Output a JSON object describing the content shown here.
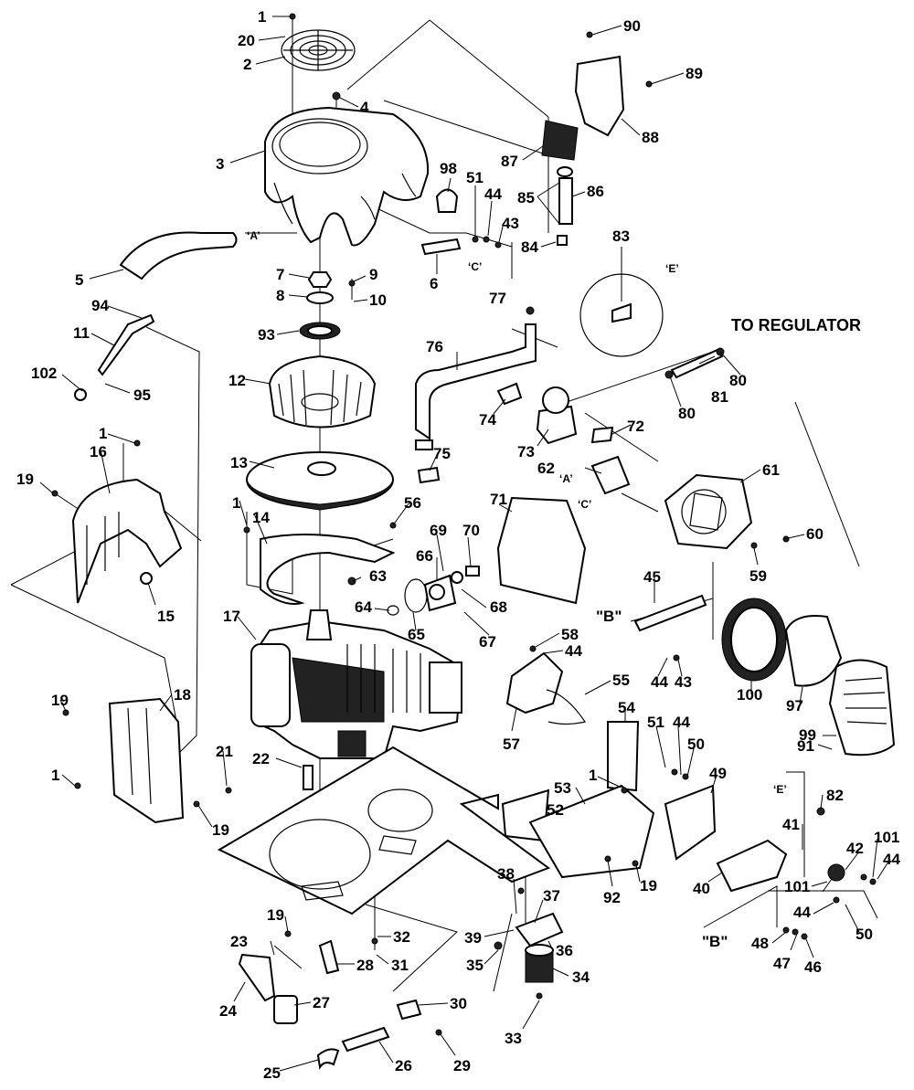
{
  "diagram": {
    "note": "TO REGULATOR",
    "callouts": [
      {
        "id": "c1a",
        "text": "1"
      },
      {
        "id": "c20",
        "text": "20"
      },
      {
        "id": "c2",
        "text": "2"
      },
      {
        "id": "c4",
        "text": "4"
      },
      {
        "id": "c3",
        "text": "3"
      },
      {
        "id": "c90",
        "text": "90"
      },
      {
        "id": "c89",
        "text": "89"
      },
      {
        "id": "c88",
        "text": "88"
      },
      {
        "id": "c87",
        "text": "87"
      },
      {
        "id": "c98",
        "text": "98"
      },
      {
        "id": "c51a",
        "text": "51"
      },
      {
        "id": "c44a",
        "text": "44"
      },
      {
        "id": "c85",
        "text": "85"
      },
      {
        "id": "c86",
        "text": "86"
      },
      {
        "id": "c43a",
        "text": "43"
      },
      {
        "id": "c84",
        "text": "84"
      },
      {
        "id": "c83",
        "text": "83"
      },
      {
        "id": "c5",
        "text": "5"
      },
      {
        "id": "c6",
        "text": "6"
      },
      {
        "id": "c7",
        "text": "7"
      },
      {
        "id": "c9",
        "text": "9"
      },
      {
        "id": "c8",
        "text": "8"
      },
      {
        "id": "c10",
        "text": "10"
      },
      {
        "id": "c94",
        "text": "94"
      },
      {
        "id": "c93",
        "text": "93"
      },
      {
        "id": "c11",
        "text": "11"
      },
      {
        "id": "c77",
        "text": "77"
      },
      {
        "id": "c76",
        "text": "76"
      },
      {
        "id": "c80a",
        "text": "80"
      },
      {
        "id": "c81",
        "text": "81"
      },
      {
        "id": "c80b",
        "text": "80"
      },
      {
        "id": "c102",
        "text": "102"
      },
      {
        "id": "c95",
        "text": "95"
      },
      {
        "id": "c12",
        "text": "12"
      },
      {
        "id": "c74",
        "text": "74"
      },
      {
        "id": "c72",
        "text": "72"
      },
      {
        "id": "c1b",
        "text": "1"
      },
      {
        "id": "c73",
        "text": "73"
      },
      {
        "id": "c16",
        "text": "16"
      },
      {
        "id": "c19a",
        "text": "19"
      },
      {
        "id": "c13",
        "text": "13"
      },
      {
        "id": "c75",
        "text": "75"
      },
      {
        "id": "c62",
        "text": "62"
      },
      {
        "id": "c61",
        "text": "61"
      },
      {
        "id": "c1c",
        "text": "1"
      },
      {
        "id": "c56",
        "text": "56"
      },
      {
        "id": "c71",
        "text": "71"
      },
      {
        "id": "c14",
        "text": "14"
      },
      {
        "id": "c69",
        "text": "69"
      },
      {
        "id": "c70",
        "text": "70"
      },
      {
        "id": "c60",
        "text": "60"
      },
      {
        "id": "c66",
        "text": "66"
      },
      {
        "id": "c59",
        "text": "59"
      },
      {
        "id": "c63",
        "text": "63"
      },
      {
        "id": "c15",
        "text": "15"
      },
      {
        "id": "c45",
        "text": "45"
      },
      {
        "id": "c64",
        "text": "64"
      },
      {
        "id": "c68",
        "text": "68"
      },
      {
        "id": "c65",
        "text": "65"
      },
      {
        "id": "c67",
        "text": "67"
      },
      {
        "id": "c17",
        "text": "17"
      },
      {
        "id": "c58",
        "text": "58"
      },
      {
        "id": "c44b",
        "text": "44"
      },
      {
        "id": "c44c",
        "text": "44"
      },
      {
        "id": "c43b",
        "text": "43"
      },
      {
        "id": "c55",
        "text": "55"
      },
      {
        "id": "c100",
        "text": "100"
      },
      {
        "id": "c19b",
        "text": "19"
      },
      {
        "id": "c18",
        "text": "18"
      },
      {
        "id": "c97",
        "text": "97"
      },
      {
        "id": "c57",
        "text": "57"
      },
      {
        "id": "c54",
        "text": "54"
      },
      {
        "id": "c99",
        "text": "99"
      },
      {
        "id": "c51b",
        "text": "51"
      },
      {
        "id": "c44d",
        "text": "44"
      },
      {
        "id": "c50a",
        "text": "50"
      },
      {
        "id": "c91",
        "text": "91"
      },
      {
        "id": "c21",
        "text": "21"
      },
      {
        "id": "c22",
        "text": "22"
      },
      {
        "id": "c1d",
        "text": "1"
      },
      {
        "id": "c1e",
        "text": "1"
      },
      {
        "id": "c49",
        "text": "49"
      },
      {
        "id": "c53",
        "text": "53"
      },
      {
        "id": "c82",
        "text": "82"
      },
      {
        "id": "c19c",
        "text": "19"
      },
      {
        "id": "c52",
        "text": "52"
      },
      {
        "id": "c41",
        "text": "41"
      },
      {
        "id": "c42",
        "text": "42"
      },
      {
        "id": "c101a",
        "text": "101"
      },
      {
        "id": "c44e",
        "text": "44"
      },
      {
        "id": "c92",
        "text": "92"
      },
      {
        "id": "c19d",
        "text": "19"
      },
      {
        "id": "c40",
        "text": "40"
      },
      {
        "id": "c101b",
        "text": "101"
      },
      {
        "id": "c38",
        "text": "38"
      },
      {
        "id": "c37",
        "text": "37"
      },
      {
        "id": "c44f",
        "text": "44"
      },
      {
        "id": "c50b",
        "text": "50"
      },
      {
        "id": "c19e",
        "text": "19"
      },
      {
        "id": "c32",
        "text": "32"
      },
      {
        "id": "c39",
        "text": "39"
      },
      {
        "id": "c36",
        "text": "36"
      },
      {
        "id": "c48",
        "text": "48"
      },
      {
        "id": "c23",
        "text": "23"
      },
      {
        "id": "c28",
        "text": "28"
      },
      {
        "id": "c31",
        "text": "31"
      },
      {
        "id": "c35",
        "text": "35"
      },
      {
        "id": "c47",
        "text": "47"
      },
      {
        "id": "c46",
        "text": "46"
      },
      {
        "id": "c34",
        "text": "34"
      },
      {
        "id": "c24",
        "text": "24"
      },
      {
        "id": "c27",
        "text": "27"
      },
      {
        "id": "c30",
        "text": "30"
      },
      {
        "id": "c33",
        "text": "33"
      },
      {
        "id": "c25",
        "text": "25"
      },
      {
        "id": "c26",
        "text": "26"
      },
      {
        "id": "c29",
        "text": "29"
      }
    ],
    "refs": [
      {
        "id": "rA1",
        "text": "‘A’"
      },
      {
        "id": "rC1",
        "text": "‘C’"
      },
      {
        "id": "rE1",
        "text": "‘E’"
      },
      {
        "id": "rA2",
        "text": "‘A’"
      },
      {
        "id": "rC2",
        "text": "‘C’"
      },
      {
        "id": "rB1",
        "text": "\"B\""
      },
      {
        "id": "rE2",
        "text": "‘E’"
      },
      {
        "id": "rB2",
        "text": "\"B\""
      }
    ]
  }
}
